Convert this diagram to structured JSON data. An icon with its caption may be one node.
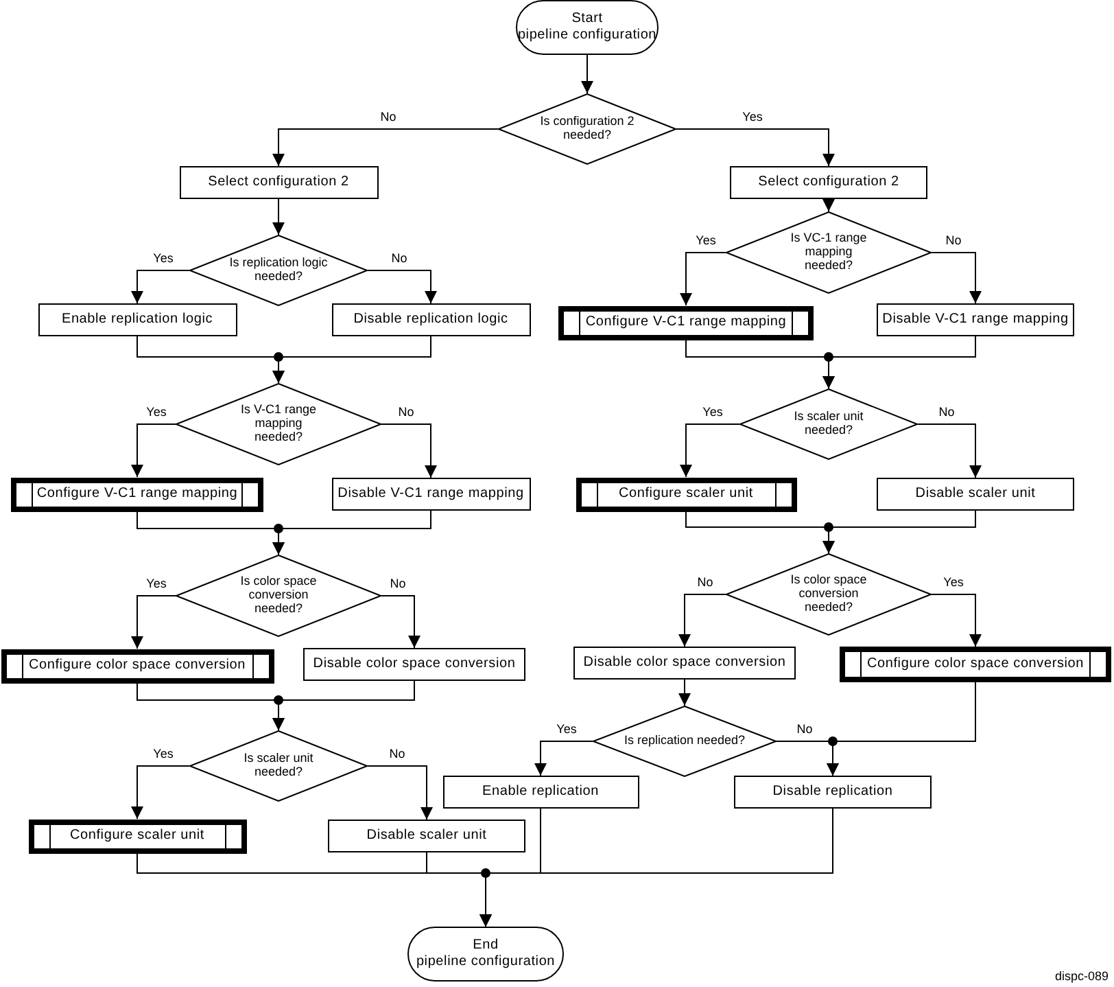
{
  "diagram": {
    "nodes": [
      {
        "text": [
          "Start",
          "pipeline configuration"
        ]
      },
      {
        "text": [
          "Is configuration 2 needed?"
        ]
      },
      {
        "text": [
          "Select configuration 2"
        ]
      },
      {
        "text": [
          "Select configuration 2"
        ]
      },
      {
        "text": [
          "Is replication logic needed?"
        ]
      },
      {
        "text": [
          "Enable replication logic"
        ]
      },
      {
        "text": [
          "Disable replication logic"
        ]
      },
      {
        "text": [
          "Is V-C1 range mapping needed?"
        ]
      },
      {
        "text": [
          "Configure V-C1 range mapping"
        ]
      },
      {
        "text": [
          "Disable V-C1 range mapping"
        ]
      },
      {
        "text": [
          "Is color space conversion needed?"
        ]
      },
      {
        "text": [
          "Configure color space conversion"
        ]
      },
      {
        "text": [
          "Disable color space conversion"
        ]
      },
      {
        "text": [
          "Is scaler unit needed?"
        ]
      },
      {
        "text": [
          "Configure scaler unit"
        ]
      },
      {
        "text": [
          "Disable scaler unit"
        ]
      },
      {
        "text": [
          "Is VC-1 range mapping needed?"
        ]
      },
      {
        "text": [
          "Configure V-C1 range mapping"
        ]
      },
      {
        "text": [
          "Disable V-C1 range mapping"
        ]
      },
      {
        "text": [
          "Is scaler unit needed?"
        ]
      },
      {
        "text": [
          "Configure scaler unit"
        ]
      },
      {
        "text": [
          "Disable scaler unit"
        ]
      },
      {
        "text": [
          "Is color space conversion needed?"
        ]
      },
      {
        "text": [
          "Disable color space conversion"
        ]
      },
      {
        "text": [
          "Configure color space conversion"
        ]
      },
      {
        "text": [
          "Is replication needed?"
        ]
      },
      {
        "text": [
          "Enable replication"
        ]
      },
      {
        "text": [
          "Disable replication"
        ]
      },
      {
        "text": [
          "End",
          "pipeline configuration"
        ]
      }
    ],
    "edges": [
      {
        "from": 0,
        "to": 1,
        "arrow": "to"
      },
      {
        "from": 1,
        "to": 2,
        "arrow": "to",
        "label": "No"
      },
      {
        "from": 1,
        "to": 3,
        "arrow": "to",
        "label": "Yes"
      },
      {
        "from": 2,
        "to": 4,
        "arrow": "to"
      },
      {
        "from": 4,
        "to": 5,
        "arrow": "to",
        "label": "Yes"
      },
      {
        "from": 4,
        "to": 6,
        "arrow": "to",
        "label": "No"
      },
      {
        "from": 5,
        "to": 7,
        "arrow": "to"
      },
      {
        "from": 6,
        "to": 7,
        "arrow": "to"
      },
      {
        "from": 7,
        "to": 8,
        "arrow": "to",
        "label": "Yes"
      },
      {
        "from": 7,
        "to": 9,
        "arrow": "to",
        "label": "No"
      },
      {
        "from": 8,
        "to": 10,
        "arrow": "to"
      },
      {
        "from": 9,
        "to": 10,
        "arrow": "to"
      },
      {
        "from": 10,
        "to": 11,
        "arrow": "to",
        "label": "Yes"
      },
      {
        "from": 10,
        "to": 12,
        "arrow": "to",
        "label": "No"
      },
      {
        "from": 11,
        "to": 13,
        "arrow": "to"
      },
      {
        "from": 12,
        "to": 13,
        "arrow": "to"
      },
      {
        "from": 13,
        "to": 14,
        "arrow": "to",
        "label": "Yes"
      },
      {
        "from": 13,
        "to": 15,
        "arrow": "to",
        "label": "No"
      },
      {
        "from": 14,
        "to": 28,
        "arrow": "to"
      },
      {
        "from": 15,
        "to": 28,
        "arrow": "to"
      },
      {
        "from": 3,
        "to": 16,
        "arrow": "to"
      },
      {
        "from": 16,
        "to": 17,
        "arrow": "to",
        "label": "Yes"
      },
      {
        "from": 16,
        "to": 18,
        "arrow": "to",
        "label": "No"
      },
      {
        "from": 17,
        "to": 19,
        "arrow": "to"
      },
      {
        "from": 18,
        "to": 19,
        "arrow": "to"
      },
      {
        "from": 19,
        "to": 20,
        "arrow": "to",
        "label": "Yes"
      },
      {
        "from": 19,
        "to": 21,
        "arrow": "to",
        "label": "No"
      },
      {
        "from": 20,
        "to": 22,
        "arrow": "to"
      },
      {
        "from": 21,
        "to": 22,
        "arrow": "to"
      },
      {
        "from": 22,
        "to": 23,
        "arrow": "to",
        "label": "No"
      },
      {
        "from": 22,
        "to": 24,
        "arrow": "to",
        "label": "Yes"
      },
      {
        "from": 23,
        "to": 25,
        "arrow": "to"
      },
      {
        "from": 24,
        "to": 27,
        "arrow": "to"
      },
      {
        "from": 25,
        "to": 26,
        "arrow": "to",
        "label": "Yes"
      },
      {
        "from": 25,
        "to": 27,
        "arrow": "to",
        "label": "No"
      },
      {
        "from": 26,
        "to": 28,
        "arrow": "to"
      },
      {
        "from": 27,
        "to": 28,
        "arrow": "to"
      }
    ],
    "labels": [
      "dispc-089"
    ]
  }
}
